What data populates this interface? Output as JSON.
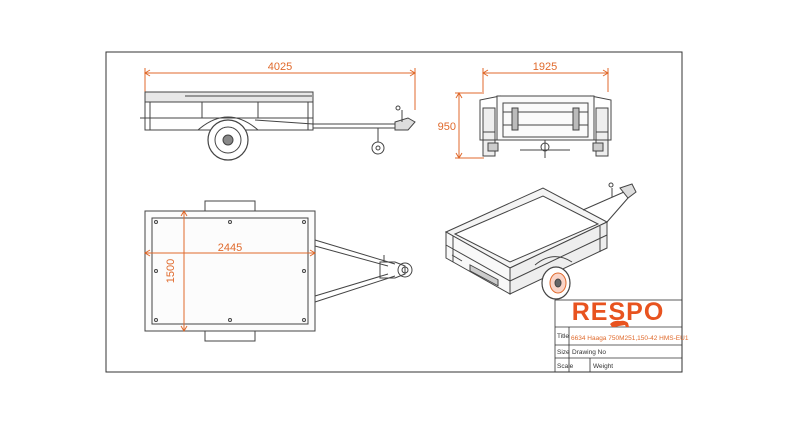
{
  "dimensions": {
    "side_length": "4025",
    "front_width": "1925",
    "front_height": "950",
    "top_length": "2445",
    "top_width": "1500"
  },
  "title_block": {
    "brand": "RESPO",
    "title_label": "Title",
    "title_value": "6634 Haaga 750M251,150-42 HMS-EU1",
    "drawing_no_label": "Size",
    "drawing_no_text": "Drawing No",
    "scale_label": "Scale",
    "weight_label": "Weight"
  },
  "colors": {
    "dimension": "#e06a2c",
    "brand": "#e8531f",
    "line": "#333333"
  }
}
